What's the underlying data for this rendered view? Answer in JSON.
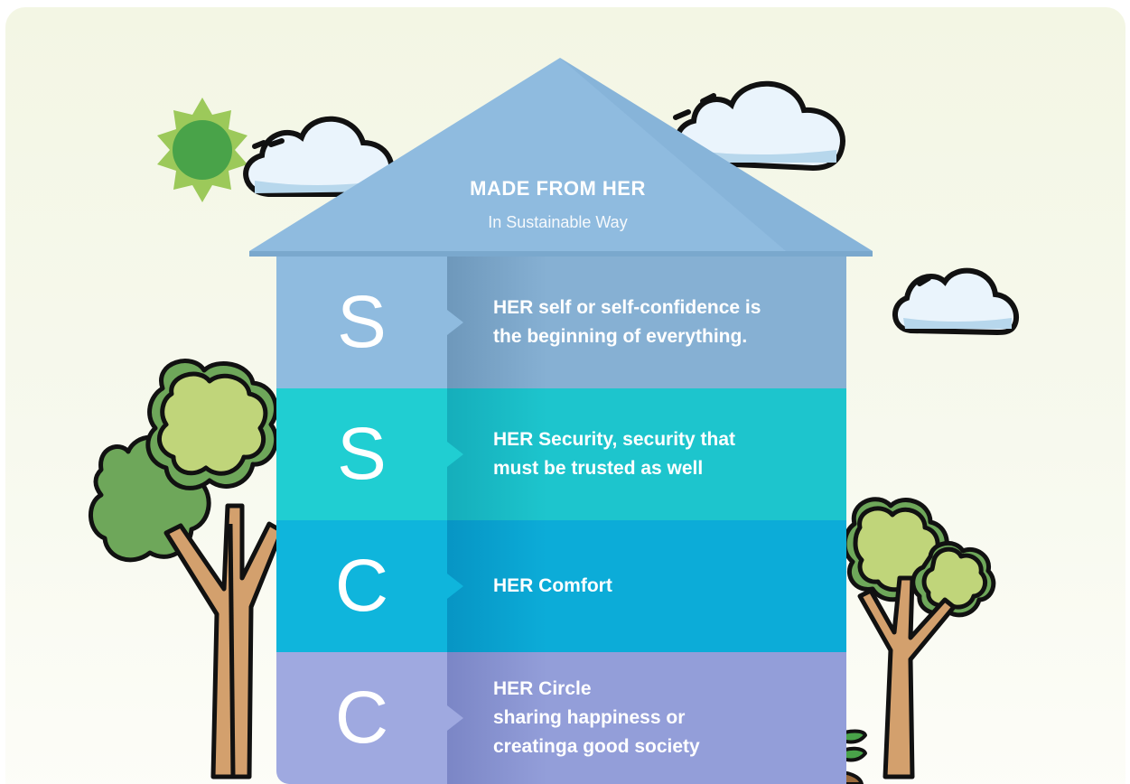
{
  "roof": {
    "title": "MADE FROM HER",
    "subtitle": "In Sustainable Way"
  },
  "rows": [
    {
      "letter": "S",
      "text": "HER self or self-confidence is\nthe beginning of everything.",
      "left_color": "#8fbbdf",
      "right_color": "#7aa5c6"
    },
    {
      "letter": "S",
      "text": "HER Security, security that\nmust be trusted as well",
      "left_color": "#22cfd2",
      "right_color": "#1bb9c5"
    },
    {
      "letter": "C",
      "text": "HER Comfort",
      "left_color": "#10b6dd",
      "right_color": "#0a9fcc"
    },
    {
      "letter": "C",
      "text": "HER Circle\nsharing happiness or\ncreatinga good society",
      "left_color": "#9fa9e0",
      "right_color": "#8590cf"
    }
  ],
  "colors": {
    "roof": "#8fbbdf",
    "sun": "#49a349",
    "sun_rays": "#9cc95a",
    "tree_leaf": "#c0d57a",
    "tree_leaf_dark": "#6ea75a",
    "trunk": "#d3a06d",
    "cloud": "#e9f3fb"
  }
}
